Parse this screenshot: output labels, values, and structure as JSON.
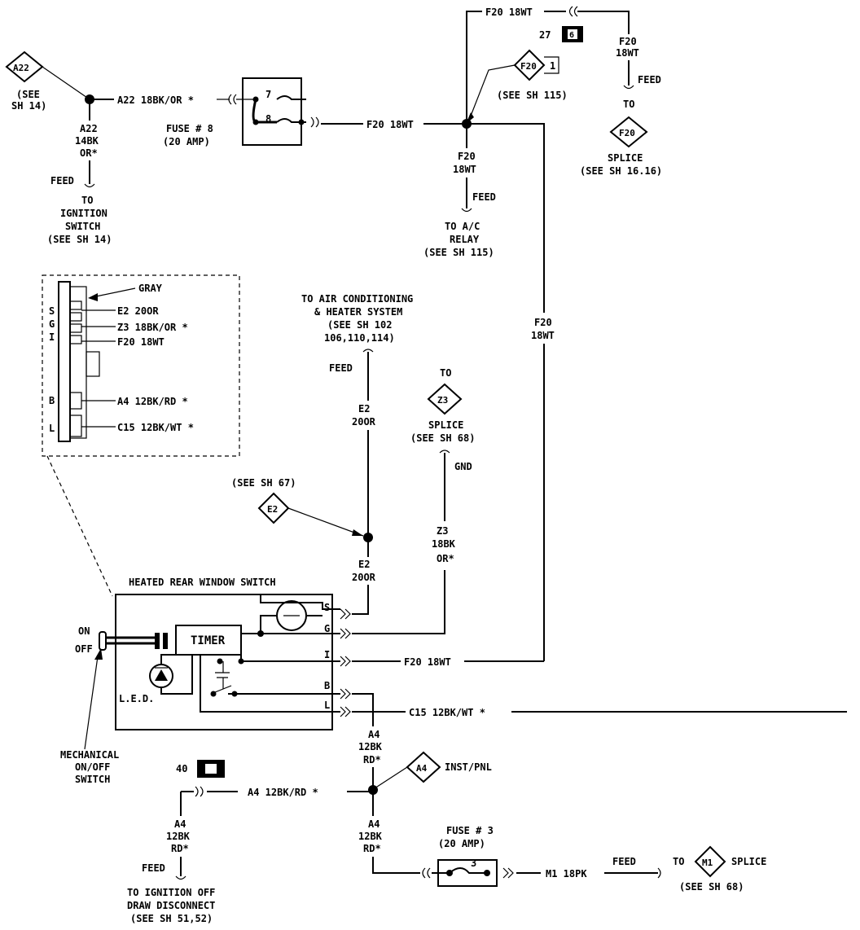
{
  "top": {
    "f20_top_wire": "F20 18WT",
    "conn27_num": "27",
    "conn27_pin": "6",
    "f20_right_wire": [
      "F20",
      "18WT"
    ],
    "feed_right": "FEED",
    "to_right": "TO",
    "splice_f20_label": "F20",
    "splice_f20_text": "SPLICE",
    "splice_f20_ref": "(SEE SH 16.16)",
    "f20_ref_diamond": "F20",
    "f20_ref_pin": "1",
    "f20_ref_note": "(SEE SH 115)"
  },
  "left": {
    "a22_diamond": "A22",
    "a22_see": [
      "(SEE",
      "SH 14)"
    ],
    "a22_wire_h": "A22 18BK/OR *",
    "a22_wire_v": [
      "A22",
      "14BK",
      "OR*"
    ],
    "feed": "FEED",
    "to_ignition": [
      "TO",
      "IGNITION",
      "SWITCH",
      "(SEE SH 14)"
    ]
  },
  "fuse8": {
    "pin_top": "7",
    "pin_bottom": "8",
    "label": [
      "FUSE # 8",
      "(20 AMP)"
    ],
    "out_wire": "F20 18WT"
  },
  "ac": {
    "wire": [
      "F20",
      "18WT"
    ],
    "feed": "FEED",
    "to": [
      "TO A/C",
      "RELAY",
      "(SEE SH 115)"
    ],
    "long_wire": [
      "F20",
      "18WT"
    ]
  },
  "connector_view": {
    "color": "GRAY",
    "pins": [
      "S",
      "G",
      "I",
      "B",
      "L"
    ],
    "wires": [
      "E2 20OR",
      "Z3 18BK/OR *",
      "F20 18WT",
      "A4 12BK/RD *",
      "C15 12BK/WT *"
    ]
  },
  "center": {
    "air_cond": [
      "TO AIR CONDITIONING",
      "& HEATER SYSTEM",
      "(SEE SH 102",
      "106,110,114)"
    ],
    "feed": "FEED",
    "e2_wire_up": [
      "E2",
      "20OR"
    ],
    "e2_see": "(SEE SH 67)",
    "e2_diamond": "E2",
    "e2_wire_down": [
      "E2",
      "20OR"
    ],
    "to_z3": "TO",
    "z3_diamond": "Z3",
    "z3_splice": [
      "SPLICE",
      "(SEE SH 68)"
    ],
    "gnd": "GND",
    "z3_wire": [
      "Z3",
      "18BK",
      "OR*"
    ]
  },
  "switch": {
    "title": "HEATED REAR WINDOW SWITCH",
    "on": "ON",
    "off": "OFF",
    "timer": "TIMER",
    "led": "L.E.D.",
    "pins": [
      "S",
      "G",
      "I",
      "B",
      "L"
    ],
    "mech": [
      "MECHANICAL",
      "ON/OFF",
      "SWITCH"
    ],
    "f20_wire": "F20 18WT",
    "c15_wire": "C15 12BK/WT *"
  },
  "bottom": {
    "a4_wire_v": [
      "A4",
      "12BK",
      "RD*"
    ],
    "a4_diamond": "A4",
    "inst_pnl": "INST/PNL",
    "conn40_num": "40",
    "a4_wire_h": "A4 12BK/RD *",
    "a4_left_v": [
      "A4",
      "12BK",
      "RD*"
    ],
    "feed_left": "FEED",
    "to_ignition_off": [
      "TO IGNITION OFF",
      "DRAW DISCONNECT",
      "(SEE SH 51,52)"
    ],
    "a4_lower_v": [
      "A4",
      "12BK",
      "RD*"
    ],
    "fuse3_label": [
      "FUSE # 3",
      "(20 AMP)"
    ],
    "fuse3_pin": "3",
    "m1_wire": "M1 18PK",
    "feed_right": "FEED",
    "to": "TO",
    "m1_diamond": "M1",
    "splice": "SPLICE",
    "splice_ref": "(SEE SH 68)"
  }
}
